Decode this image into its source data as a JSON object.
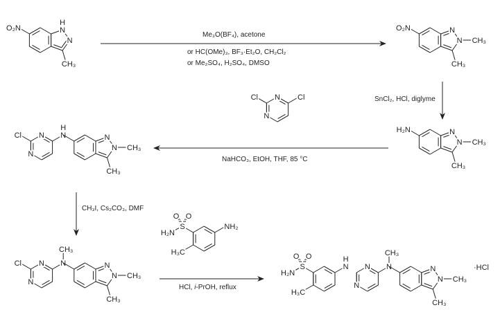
{
  "reagents": {
    "step1_line1": "Me₃O(BF₄), acetone",
    "step1_line2": "or HC(OMe)₃, BF₃·Et₂O, CH₂Cl₂",
    "step1_line3": "or Me₂SO₄, H₂SO₄, DMSO",
    "step2": "SnCl₂, HCl, diglyme",
    "step3": "NaHCO₃, EtOH, THF, 85 °C",
    "step4": "CH₃I, Cs₂CO₃, DMF",
    "step5_a": "HCl, ",
    "step5_i": "i",
    "step5_b": "-PrOH, reflux"
  },
  "salt": "·HCl",
  "atoms": {
    "N": "N",
    "H": "H",
    "CH3": "CH₃",
    "H3C": "H₃C",
    "O2N": "O₂N",
    "H2N": "H₂N",
    "NH2": "NH₂",
    "Cl": "Cl",
    "S": "S",
    "O": "O"
  },
  "colors": {
    "ink": "#222222",
    "background": "#ffffff"
  }
}
